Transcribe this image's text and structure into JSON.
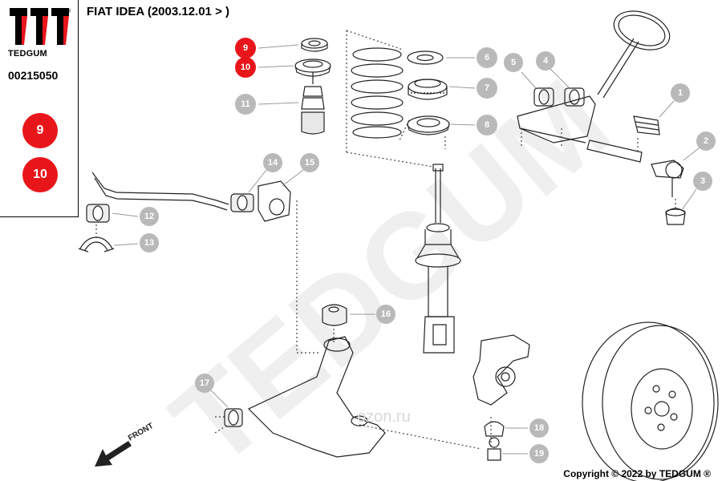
{
  "brand": {
    "name": "TEDGUM",
    "part_number": "00215050",
    "watermark": "TEDGUM",
    "site_watermark": "ozon.ru"
  },
  "title": "FIAT IDEA (2003.12.01 > )",
  "highlighted_parts": [
    "9",
    "10"
  ],
  "callouts": [
    {
      "id": "9",
      "label": "9",
      "highlight": true
    },
    {
      "id": "10",
      "label": "10",
      "highlight": true
    },
    {
      "id": "11",
      "label": "11",
      "highlight": false
    },
    {
      "id": "6",
      "label": "6",
      "highlight": false
    },
    {
      "id": "7",
      "label": "7",
      "highlight": false
    },
    {
      "id": "8",
      "label": "8",
      "highlight": false
    },
    {
      "id": "5",
      "label": "5",
      "highlight": false
    },
    {
      "id": "4",
      "label": "4",
      "highlight": false
    },
    {
      "id": "1",
      "label": "1",
      "highlight": false
    },
    {
      "id": "2",
      "label": "2",
      "highlight": false
    },
    {
      "id": "3",
      "label": "3",
      "highlight": false
    },
    {
      "id": "14",
      "label": "14",
      "highlight": false
    },
    {
      "id": "15",
      "label": "15",
      "highlight": false
    },
    {
      "id": "12",
      "label": "12",
      "highlight": false
    },
    {
      "id": "13",
      "label": "13",
      "highlight": false
    },
    {
      "id": "16",
      "label": "16",
      "highlight": false
    },
    {
      "id": "17",
      "label": "17",
      "highlight": false
    },
    {
      "id": "18",
      "label": "18",
      "highlight": false
    },
    {
      "id": "19",
      "label": "19",
      "highlight": false
    }
  ],
  "front_label": "FRONT",
  "copyright": "Copyright © 2022 by TEDGUM ®",
  "colors": {
    "highlight": "#e8161b",
    "callout_gray": "#b9b9b9",
    "line": "#222222",
    "watermark": "#efefef"
  }
}
